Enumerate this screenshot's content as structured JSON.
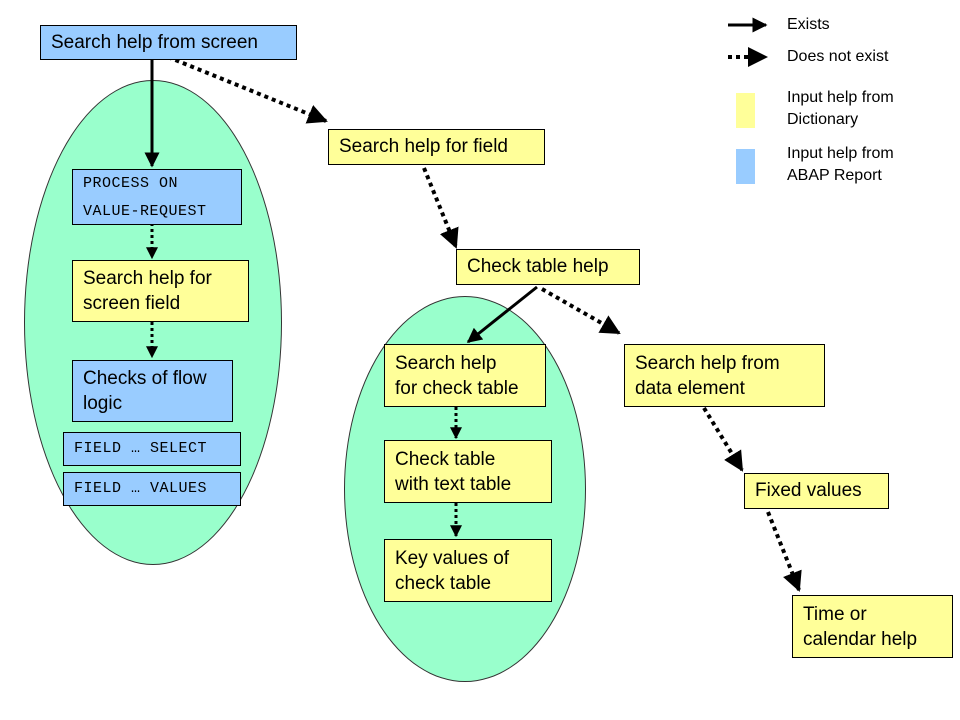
{
  "colors": {
    "dictionary": "#ffff99",
    "abap_report": "#99ccff",
    "ellipse": "#99ffcc"
  },
  "legend": {
    "exists": "Exists",
    "not_exists": "Does not exist",
    "dictionary": [
      "Input help from",
      "Dictionary"
    ],
    "abap_report": [
      "Input help from",
      "ABAP Report"
    ]
  },
  "nodes": {
    "screen": [
      "Search help  from screen"
    ],
    "process": [
      "PROCESS ON",
      "VALUE-REQUEST"
    ],
    "screen_field": [
      "Search help  for",
      "screen field"
    ],
    "flow_logic": [
      "Checks of flow",
      "logic"
    ],
    "field_select": [
      "FIELD … SELECT"
    ],
    "field_values": [
      "FIELD … VALUES"
    ],
    "field": [
      "Search help  for field"
    ],
    "check_table_help": [
      "Check table help"
    ],
    "sh_check_table": [
      "Search help",
      "for check table"
    ],
    "ct_text_table": [
      "Check table",
      "with text table"
    ],
    "key_values": [
      "Key values of",
      "check table"
    ],
    "data_element": [
      "Search help  from",
      "data element"
    ],
    "fixed_values": [
      "Fixed values"
    ],
    "time_calendar": [
      "Time  or",
      "calendar help"
    ]
  },
  "edges": [
    {
      "from": "screen",
      "to": "process",
      "type": "exists"
    },
    {
      "from": "screen",
      "to": "field",
      "type": "does-not-exist"
    },
    {
      "from": "process",
      "to": "screen_field",
      "type": "does-not-exist"
    },
    {
      "from": "screen_field",
      "to": "flow_logic",
      "type": "does-not-exist"
    },
    {
      "from": "field",
      "to": "check_table_help",
      "type": "does-not-exist"
    },
    {
      "from": "check_table_help",
      "to": "sh_check_table",
      "type": "exists"
    },
    {
      "from": "check_table_help",
      "to": "data_element",
      "type": "does-not-exist"
    },
    {
      "from": "sh_check_table",
      "to": "ct_text_table",
      "type": "does-not-exist"
    },
    {
      "from": "ct_text_table",
      "to": "key_values",
      "type": "does-not-exist"
    },
    {
      "from": "data_element",
      "to": "fixed_values",
      "type": "does-not-exist"
    },
    {
      "from": "fixed_values",
      "to": "time_calendar",
      "type": "does-not-exist"
    }
  ]
}
